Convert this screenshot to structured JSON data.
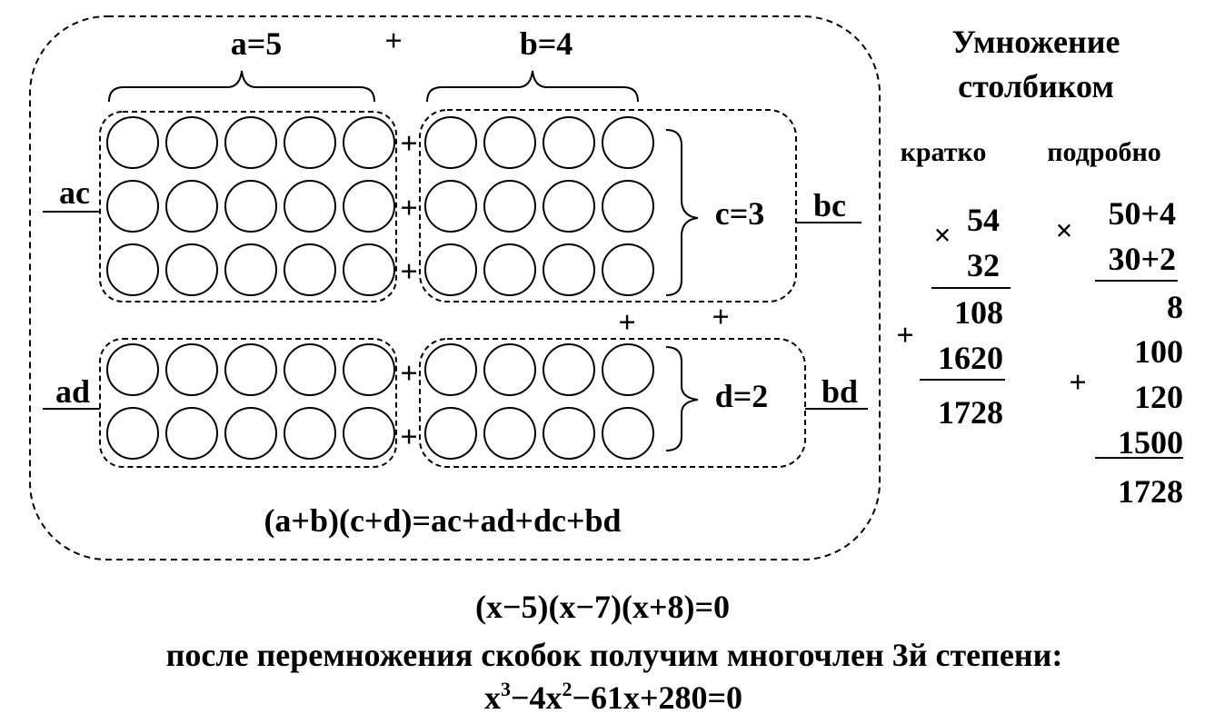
{
  "diagram": {
    "label_a": "a=5",
    "label_b": "b=4",
    "top_plus": "+",
    "label_c": "c=3",
    "label_d": "d=2",
    "label_ac": "ac",
    "label_bc": "bc",
    "label_ad": "ad",
    "label_bd": "bd",
    "row_plus": "+",
    "between_plus_1": "+",
    "between_plus_2": "+",
    "formula": "(a+b)(c+d)=ac+ad+dc+bd",
    "a": 5,
    "b": 4,
    "c": 3,
    "d": 2
  },
  "column_multiplication": {
    "title_line1": "Умножение",
    "title_line2": "столбиком",
    "short_header": "кратко",
    "detailed_header": "подробно",
    "short": {
      "times": "×",
      "multiplicand": "54",
      "multiplier": "32",
      "plus": "+",
      "partial1": "108",
      "partial2": "1620",
      "result": "1728"
    },
    "detailed": {
      "times": "×",
      "multiplicand": "50+4",
      "multiplier": "30+2",
      "plus": "+",
      "partials": [
        "8",
        "100",
        "120",
        "1500"
      ],
      "result": "1728"
    }
  },
  "bottom": {
    "equation": "(x−5)(x−7)(x+8)=0",
    "note": "после перемножения скобок получим многочлен 3й степени:",
    "poly_x1": "x",
    "poly_exp1": "3",
    "poly_mid": "−4x",
    "poly_exp2": "2",
    "poly_rest": "−61x+280=0"
  }
}
